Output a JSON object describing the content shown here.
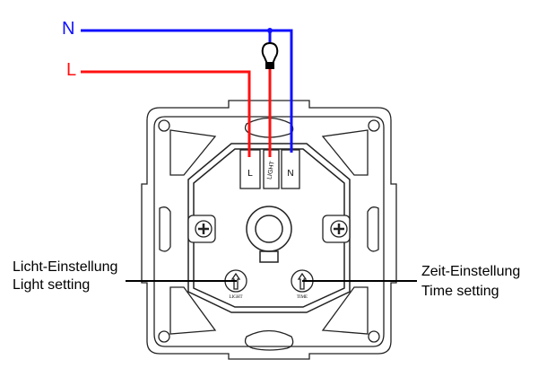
{
  "wires": {
    "neutral": {
      "label": "N",
      "color": "#1010ff"
    },
    "live": {
      "label": "L",
      "color": "#ff1010"
    }
  },
  "terminals": [
    "L",
    "LIGHT",
    "N"
  ],
  "knobs": [
    {
      "label": "LIGHT"
    },
    {
      "label": "TIME"
    }
  ],
  "callouts": {
    "light_de": "Licht-Einstellung",
    "light_en": "Light setting",
    "time_de": "Zeit-Einstellung",
    "time_en": "Time setting"
  }
}
